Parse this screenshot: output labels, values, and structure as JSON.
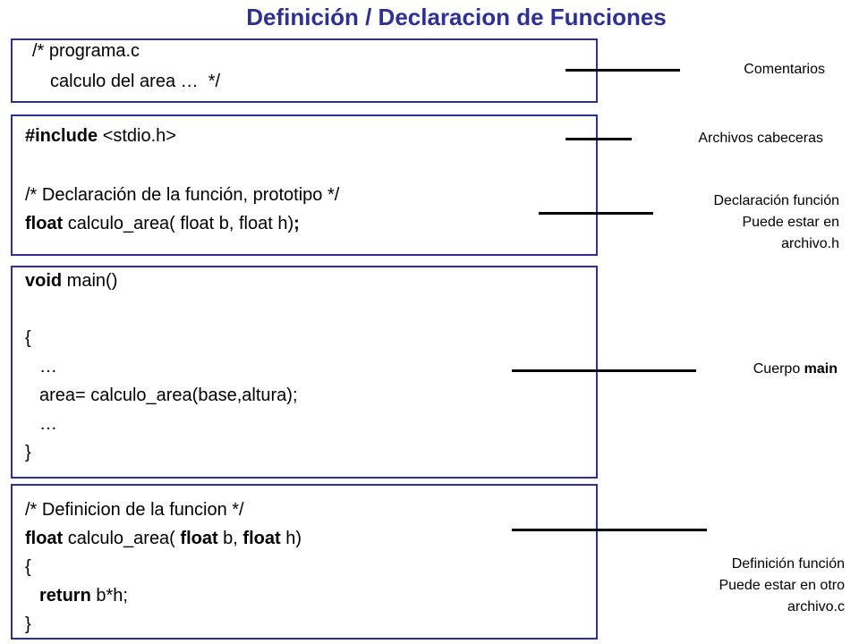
{
  "title": "Definición / Declaracion  de Funciones",
  "box1": {
    "line1": "/* programa.c",
    "line2": "calculo del area …  */"
  },
  "box2": {
    "include_kw": "#include",
    "include_rest": " <stdio.h>",
    "comment": "/* Declaración de la función, prototipo */",
    "proto_kw": "float",
    "proto_rest": " calculo_area( float b, float h)",
    "proto_semicolon": ";"
  },
  "box3": {
    "main_kw": "void",
    "main_rest": " main()",
    "open_brace": "{",
    "dots1": "…",
    "call": "area= calculo_area(base,altura);",
    "dots2": "…",
    "close_brace": "}"
  },
  "box4": {
    "comment": "/* Definicion de la funcion */",
    "def_kw1": "float",
    "def_mid1": " calculo_area( ",
    "def_kw2": "float",
    "def_mid2": " b, ",
    "def_kw3": "float",
    "def_mid3": " h)",
    "open_brace": "{",
    "return_kw": "return",
    "return_rest": " b*h;",
    "close_brace": "}"
  },
  "labels": {
    "comentarios": "Comentarios",
    "cabeceras": "Archivos cabeceras",
    "declaracion_1": "Declaración función",
    "declaracion_2": "Puede estar en",
    "declaracion_3": "archivo.h",
    "cuerpo": "Cuerpo ",
    "cuerpo_main": "main",
    "definicion_1": "Definición función",
    "definicion_2": "Puede estar en otro",
    "definicion_3": "archivo.c"
  }
}
